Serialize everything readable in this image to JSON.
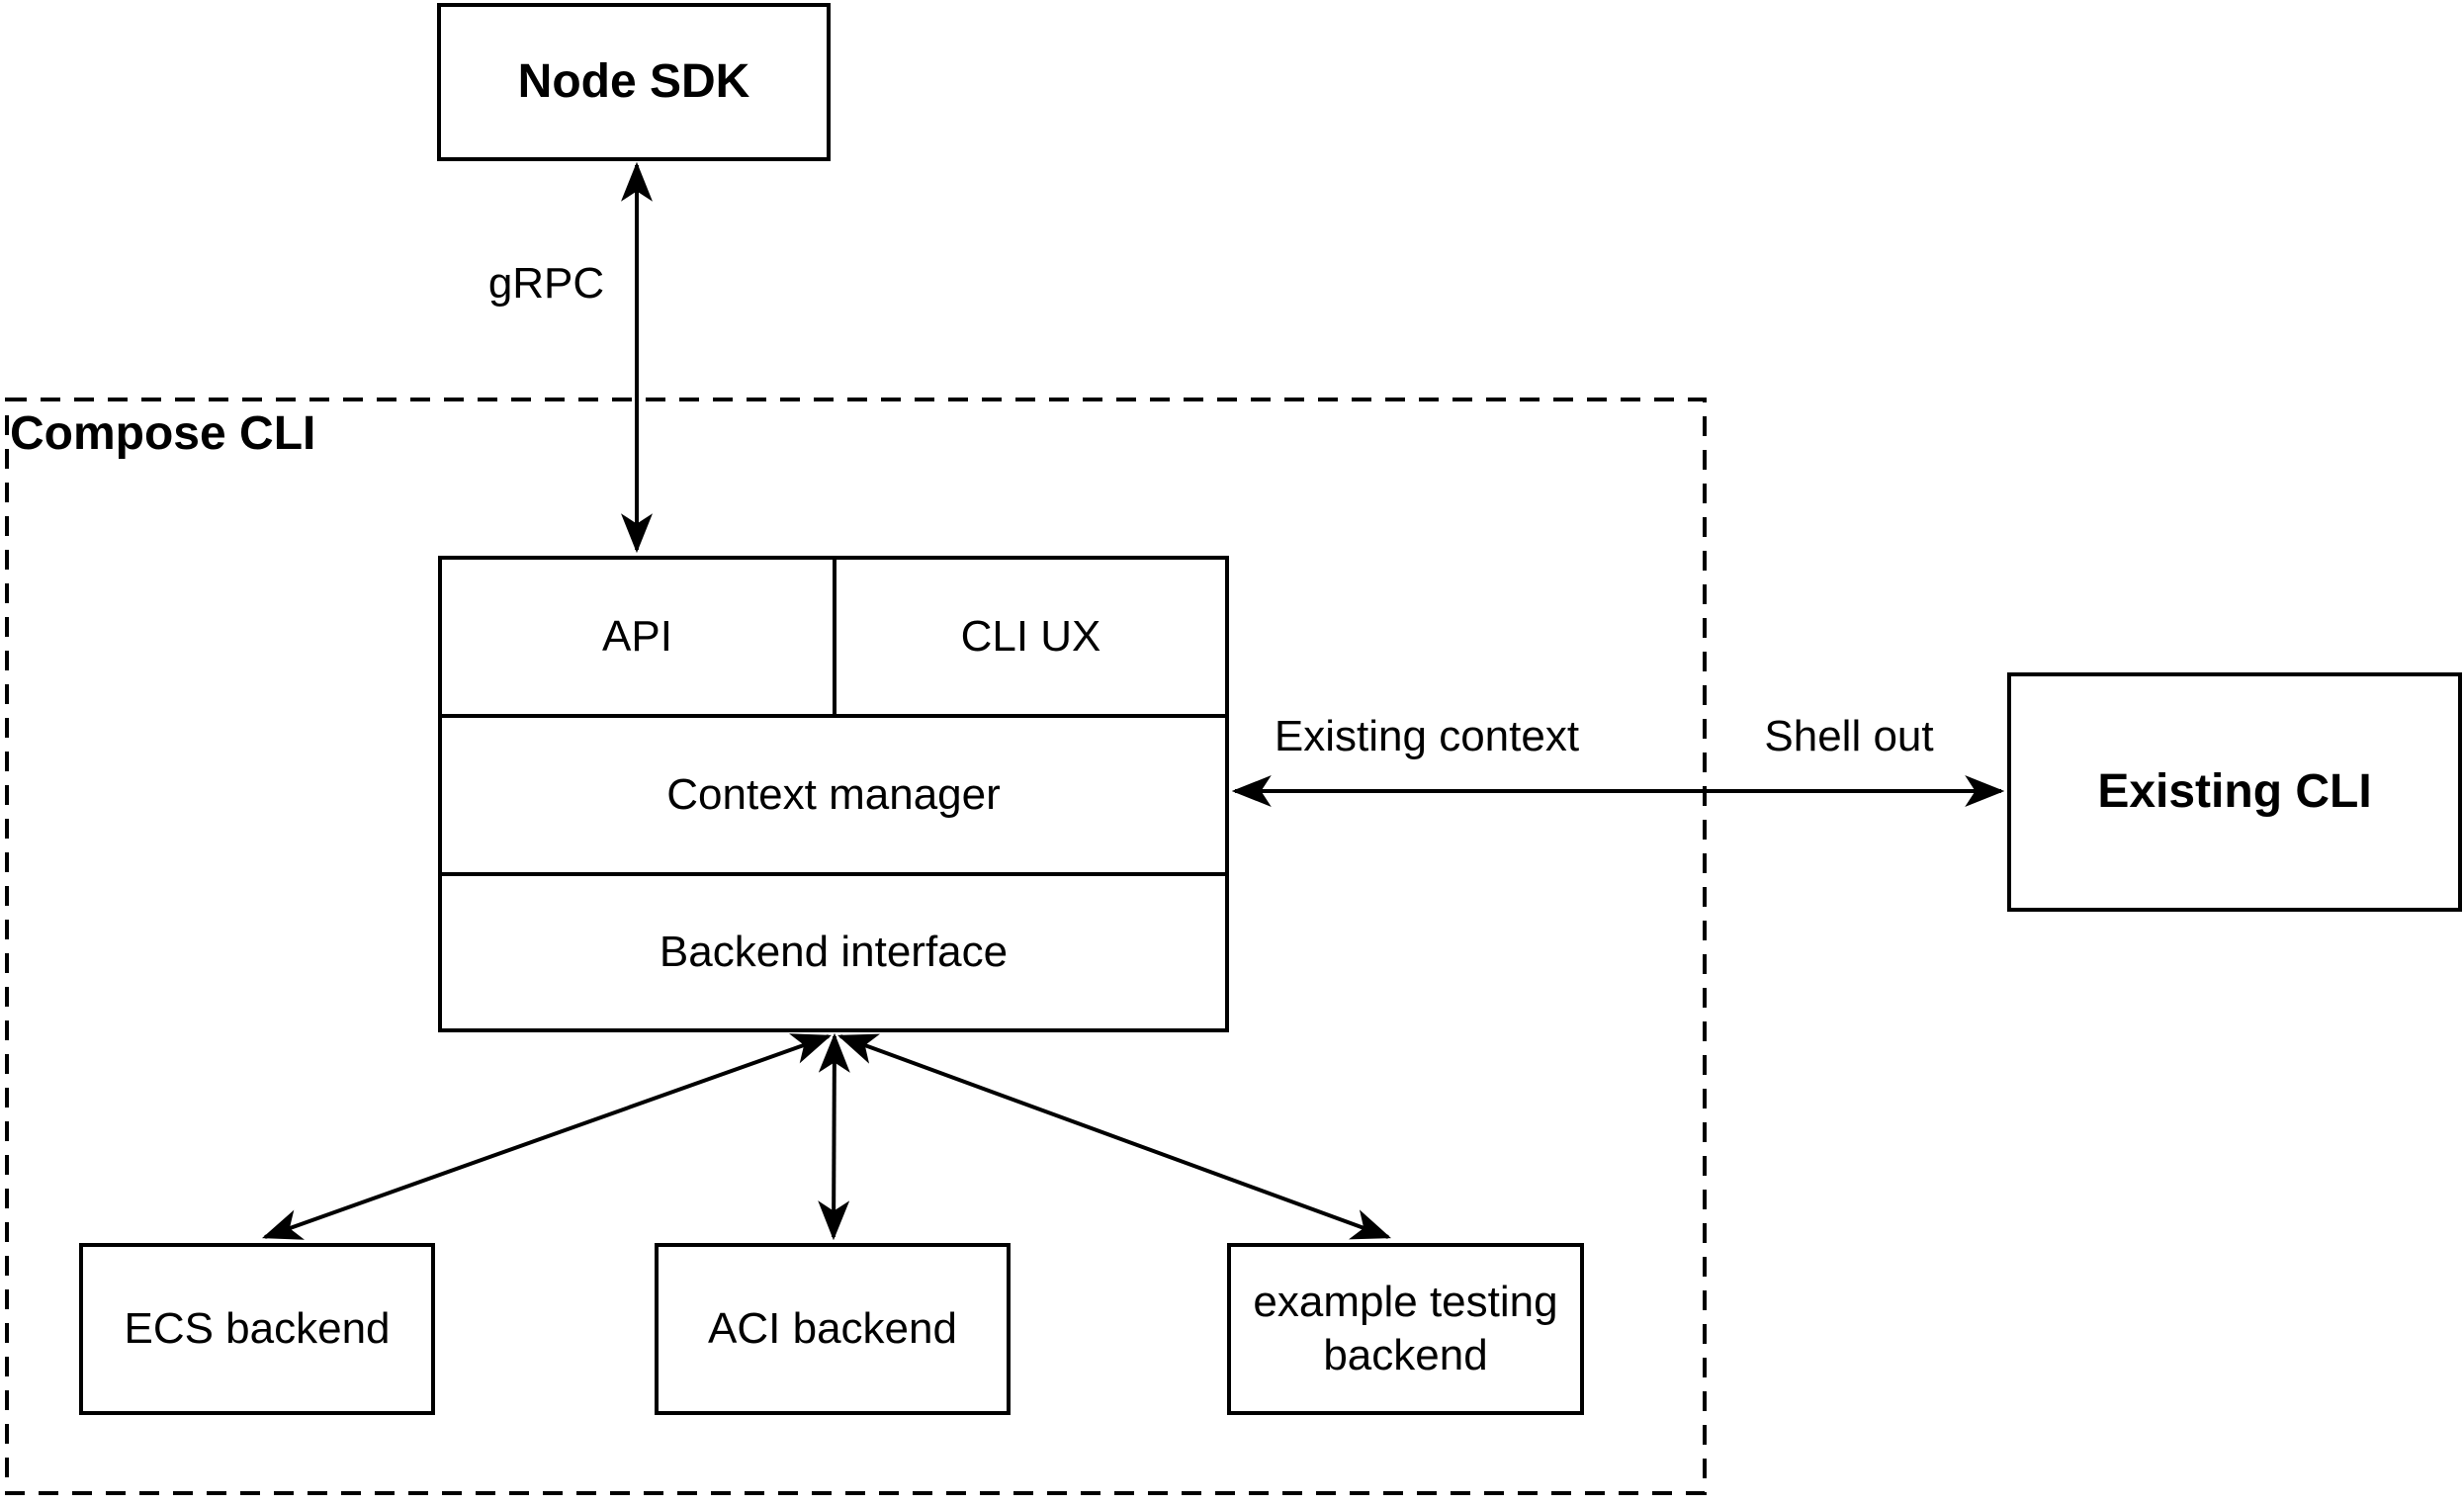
{
  "colors": {
    "background": "#ffffff",
    "line": "#000000",
    "text": "#000000"
  },
  "container": {
    "label": "Compose CLI"
  },
  "nodes": {
    "node_sdk": {
      "label": "Node SDK"
    },
    "existing_cli": {
      "label": "Existing CLI"
    },
    "ecs_backend": {
      "label": "ECS backend"
    },
    "aci_backend": {
      "label": "ACI backend"
    },
    "example_testing_backend": {
      "label": "example testing backend"
    }
  },
  "compose_stack": {
    "api": "API",
    "cli_ux": "CLI UX",
    "context_manager": "Context manager",
    "backend_interface": "Backend interface"
  },
  "edges": {
    "grpc": {
      "label": "gRPC"
    },
    "existing_context": {
      "label": "Existing context"
    },
    "shell_out": {
      "label": "Shell out"
    }
  }
}
